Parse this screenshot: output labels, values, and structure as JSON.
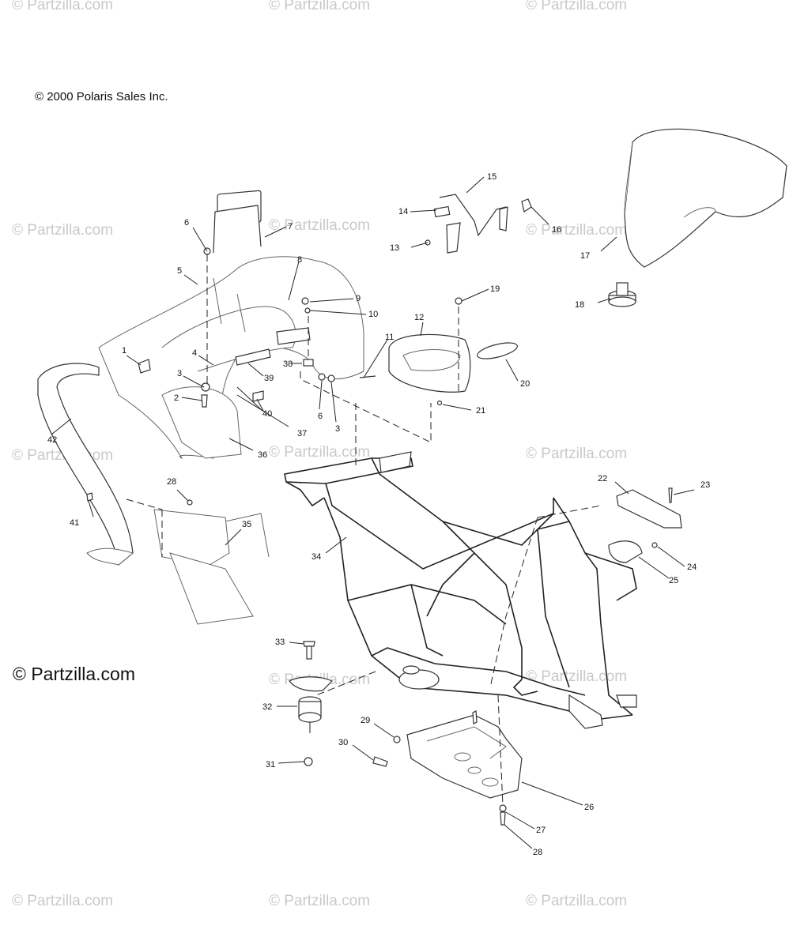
{
  "copyright": "© 2000 Polaris Sales Inc.",
  "brand_watermark": "© Partzilla.com",
  "watermark_text": "© Partzilla.com",
  "callouts": {
    "c1": "1",
    "c2": "2",
    "c3a": "3",
    "c3b": "3",
    "c4": "4",
    "c5": "5",
    "c6a": "6",
    "c6b": "6",
    "c7": "7",
    "c8": "8",
    "c9": "9",
    "c10": "10",
    "c11": "11",
    "c12": "12",
    "c13": "13",
    "c14": "14",
    "c15": "15",
    "c16": "16",
    "c17": "17",
    "c18": "18",
    "c19": "19",
    "c20": "20",
    "c21": "21",
    "c22": "22",
    "c23": "23",
    "c24": "24",
    "c25": "25",
    "c26": "26",
    "c27": "27",
    "c28a": "28",
    "c28b": "28",
    "c29": "29",
    "c30": "30",
    "c31": "31",
    "c32": "32",
    "c33": "33",
    "c34": "34",
    "c35": "35",
    "c36": "36",
    "c37": "37",
    "c38": "38",
    "c39": "39",
    "c40": "40",
    "c41": "41",
    "c42": "42"
  }
}
